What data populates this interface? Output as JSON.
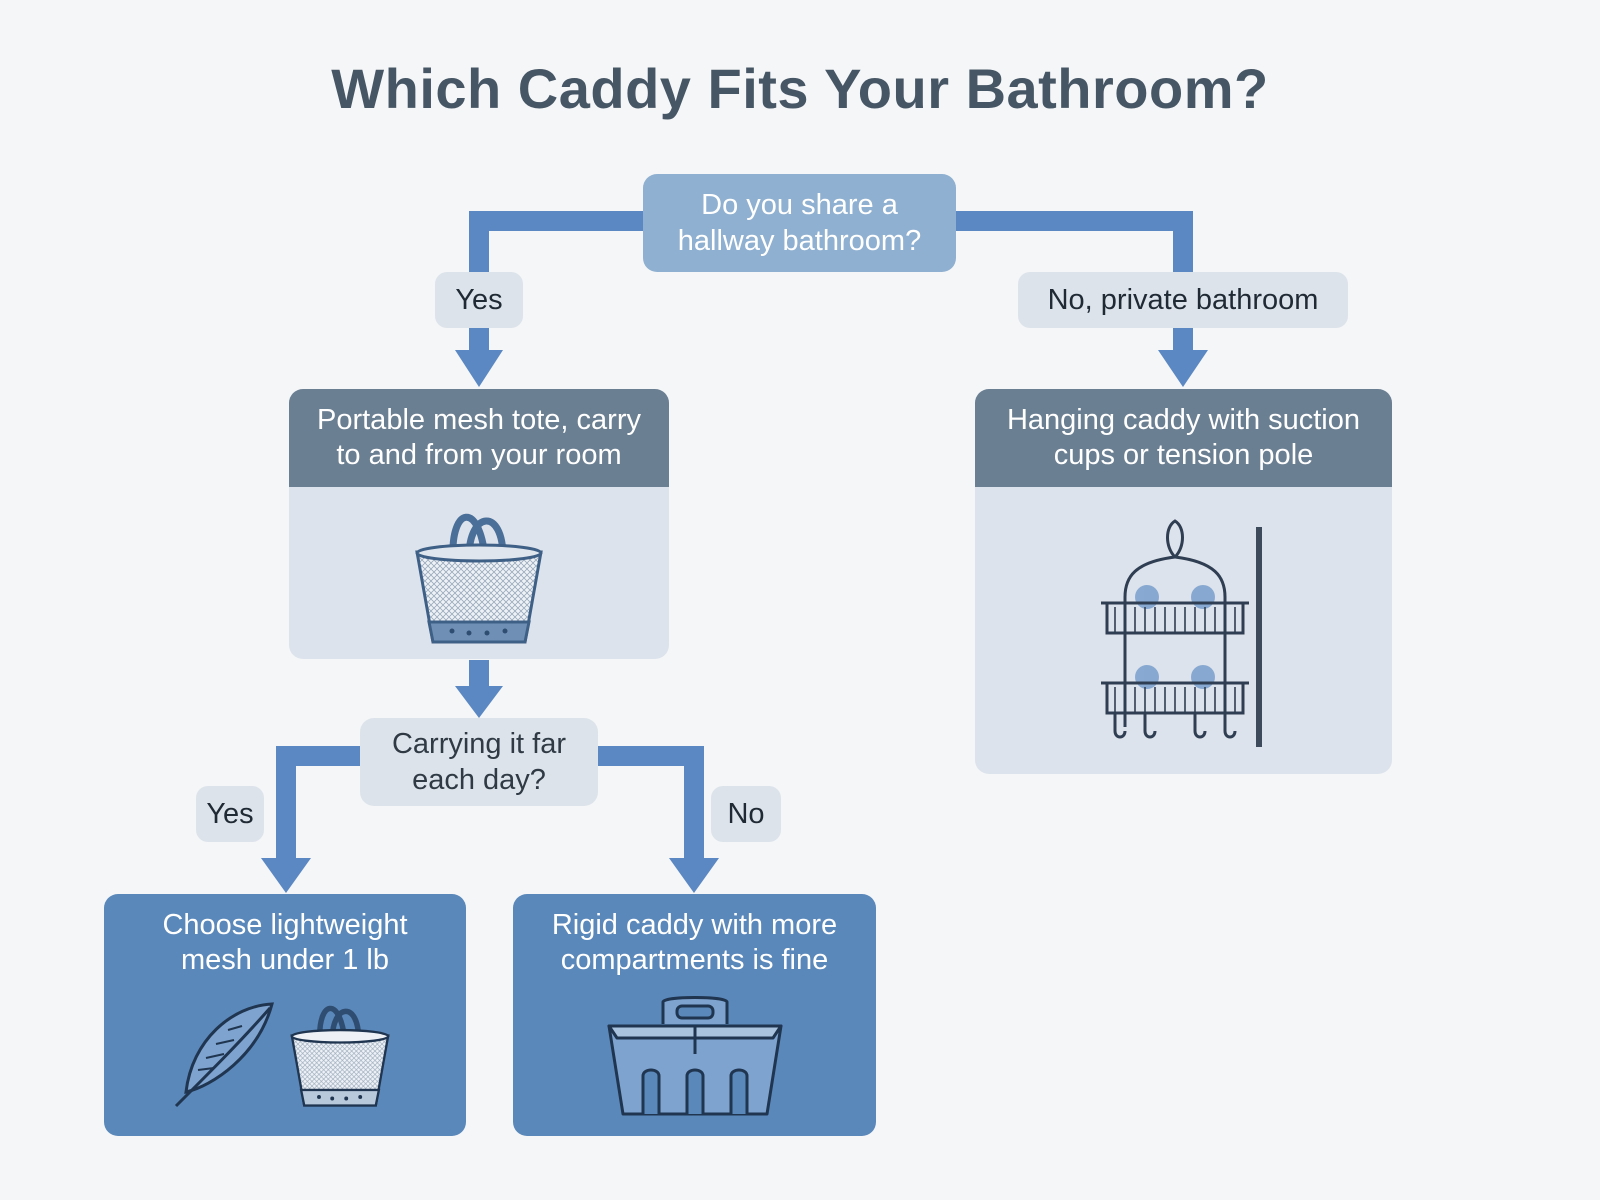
{
  "title": "Which Caddy Fits Your Bathroom?",
  "question_main": {
    "line1": "Do you share a",
    "line2": "hallway bathroom?"
  },
  "branch_yes_label": "Yes",
  "branch_no_label": "No, private bathroom",
  "card_tote": {
    "line1": "Portable mesh tote, carry",
    "line2": "to and from your room",
    "icon": "mesh-tote-icon"
  },
  "card_hanging": {
    "line1": "Hanging caddy with suction",
    "line2": "cups or tension pole",
    "icon": "hanging-shower-caddy-icon"
  },
  "question_sub": {
    "line1": "Carrying it far",
    "line2": "each day?"
  },
  "sub_yes_label": "Yes",
  "sub_no_label": "No",
  "result_light": {
    "line1": "Choose lightweight",
    "line2": "mesh under 1 lb",
    "icons": [
      "feather-icon",
      "mesh-tote-icon"
    ]
  },
  "result_rigid": {
    "line1": "Rigid caddy with more",
    "line2": "compartments is fine",
    "icon": "rigid-caddy-icon"
  },
  "colors": {
    "connector": "#5b88c2",
    "question_main_bg": "#8fb0d0",
    "card_header": "#6b7f92",
    "card_body": "#dde3ec",
    "result_bg": "#5b88ba",
    "label_bg": "#dde3ea",
    "title": "#475665"
  }
}
